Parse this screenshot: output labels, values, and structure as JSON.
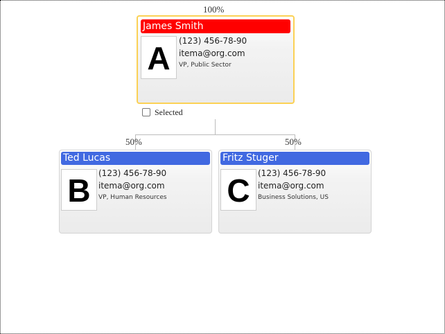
{
  "root": {
    "percent": "100%",
    "name": "James Smith",
    "phone": "(123) 456-78-90",
    "email": "itema@org.com",
    "position": "VP, Public Sector",
    "photo_letter": "A",
    "title_color": "#ff0000",
    "selected_label": "Selected"
  },
  "children": [
    {
      "percent": "50%",
      "name": "Ted Lucas",
      "phone": "(123) 456-78-90",
      "email": "itema@org.com",
      "position": "VP, Human Resources",
      "photo_letter": "B",
      "title_color": "#4169e1"
    },
    {
      "percent": "50%",
      "name": "Fritz Stuger",
      "phone": "(123) 456-78-90",
      "email": "itema@org.com",
      "position": "Business Solutions, US",
      "photo_letter": "C",
      "title_color": "#4169e1"
    }
  ],
  "colors": {
    "selection_border": "#fbd155",
    "connector": "#bdbdbd"
  }
}
